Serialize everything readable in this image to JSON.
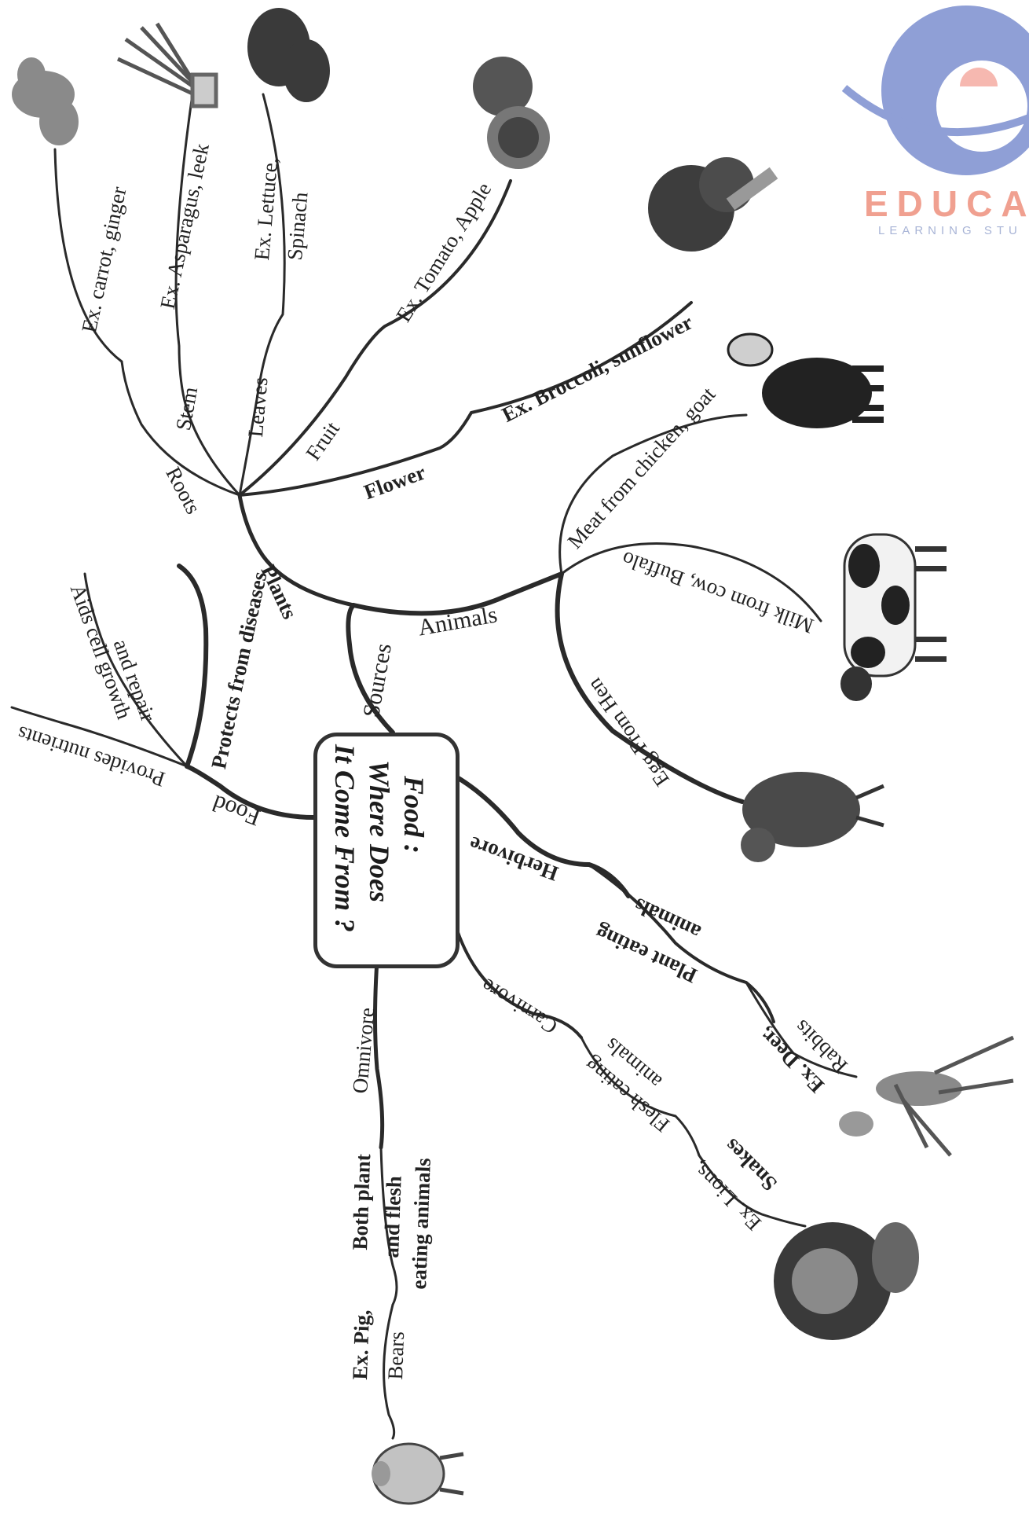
{
  "center": {
    "line1": "Food :",
    "line2": "Where Does",
    "line3": "It Come From ?"
  },
  "food": {
    "label": "Food",
    "provides": "Provides nutrients",
    "aids1": "Aids cell growth",
    "aids2": "and repair",
    "protects": "Protects from diseases"
  },
  "sources": {
    "label": "Sources",
    "plants": "Plants",
    "animals": "Animals"
  },
  "plants": {
    "roots": "Roots",
    "roots_ex": "Ex. carrot, ginger",
    "stem": "Stem",
    "stem_ex": "Ex. Asparagus, leek",
    "leaves": "Leaves",
    "leaves_ex1": "Ex. Lettuce,",
    "leaves_ex2": "Spinach",
    "fruit": "Fruit",
    "fruit_ex": "Ex. Tomato, Apple",
    "flower": "Flower",
    "flower_ex": "Ex. Broccoli, sunflower"
  },
  "animals": {
    "meat": "Meat from chicken, goat",
    "milk": "Milk from cow, Buffalo",
    "egg": "Egg From Hen"
  },
  "herbivore": {
    "label": "Herbivore",
    "desc1": "Plant eating",
    "desc2": "animals",
    "ex1": "Ex. Deer,",
    "ex2": "Rabbits"
  },
  "carnivore": {
    "label": "Carnivore",
    "desc1": "Flesh eating",
    "desc2": "animals",
    "ex1": "Ex. Lions,",
    "ex2": "Snakes"
  },
  "omnivore": {
    "label": "Omnivore",
    "desc1": "Both plant",
    "desc2": "and flesh",
    "desc3": "eating animals",
    "ex1": "Ex. Pig,",
    "ex2": "Bears"
  },
  "brand": {
    "name": "EDUCA",
    "tagline": "LEARNING STU",
    "colors": {
      "blue": "#8f9fd6",
      "salmon": "#f0a090",
      "pink": "#f6b8b0"
    }
  },
  "illustrations": [
    "ginger",
    "leek",
    "spinach",
    "tomato",
    "broccoli",
    "goat",
    "cow",
    "hen",
    "deer",
    "lion",
    "pig"
  ]
}
